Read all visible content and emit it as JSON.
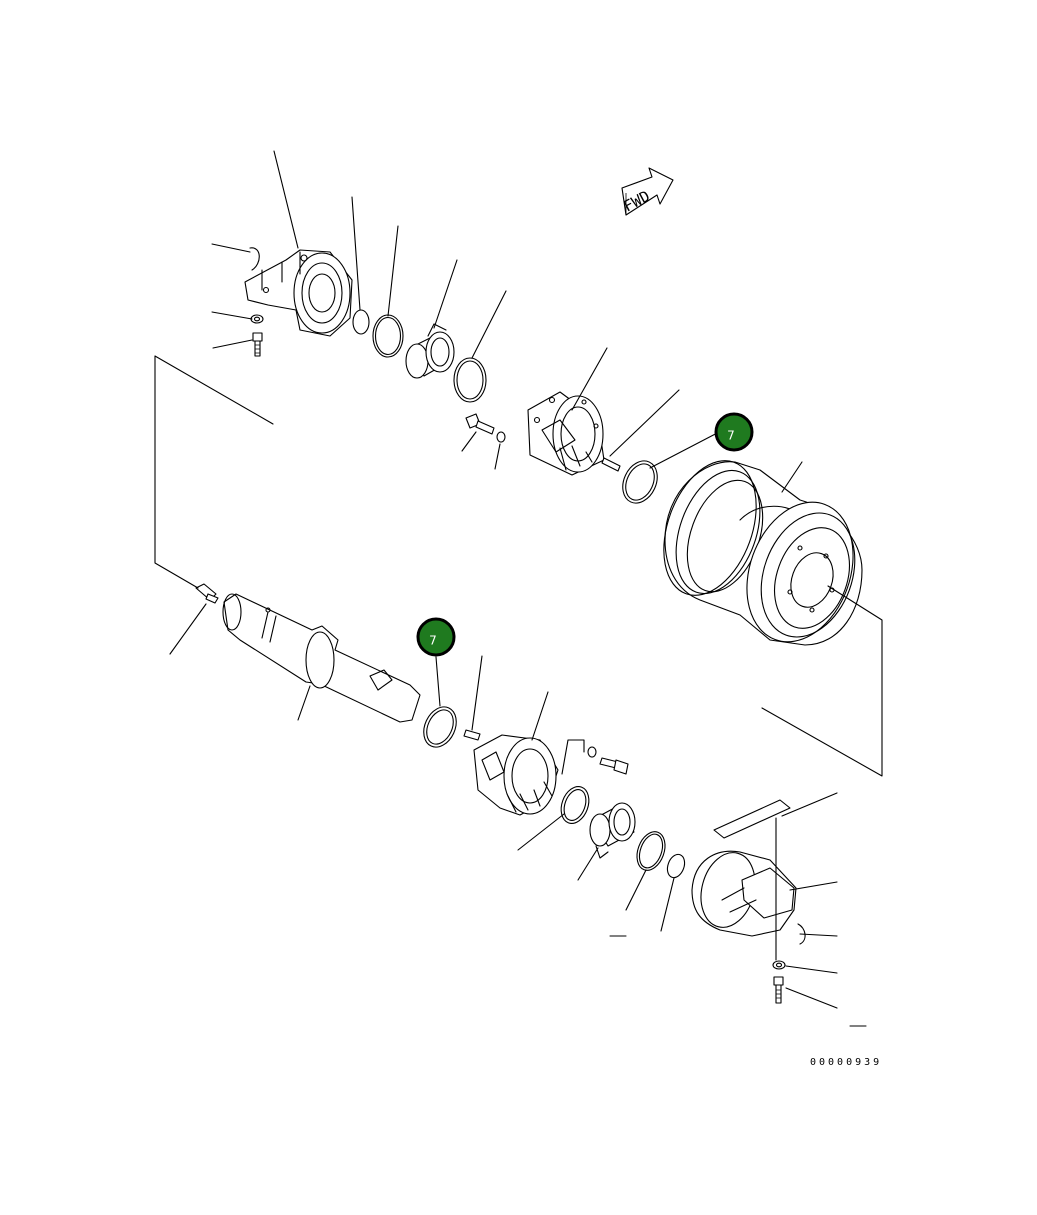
{
  "diagram": {
    "direction_label": "FWD",
    "drawing_number": "00000939",
    "callouts": [
      {
        "label": "7"
      },
      {
        "label": "7"
      }
    ]
  }
}
